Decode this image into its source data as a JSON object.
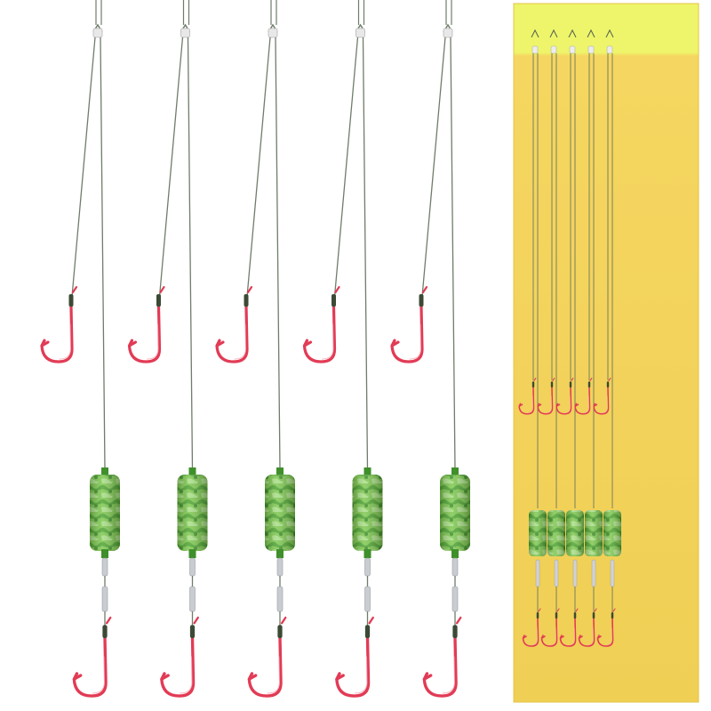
{
  "image": {
    "subject": "fishing-hook-rig-set",
    "rig_count": 5,
    "card_rig_count": 5,
    "colors": {
      "background": "#ffffff",
      "line": "#6f7d6a",
      "hook": "#e23b55",
      "hook_highlight": "#f7a7b5",
      "float_green": "#7ec850",
      "float_dark": "#3f8f2a",
      "float_light": "#b9e59a",
      "metal": "#c9ccd0",
      "card": "#f2d35a",
      "card_top": "#eef56a"
    }
  }
}
